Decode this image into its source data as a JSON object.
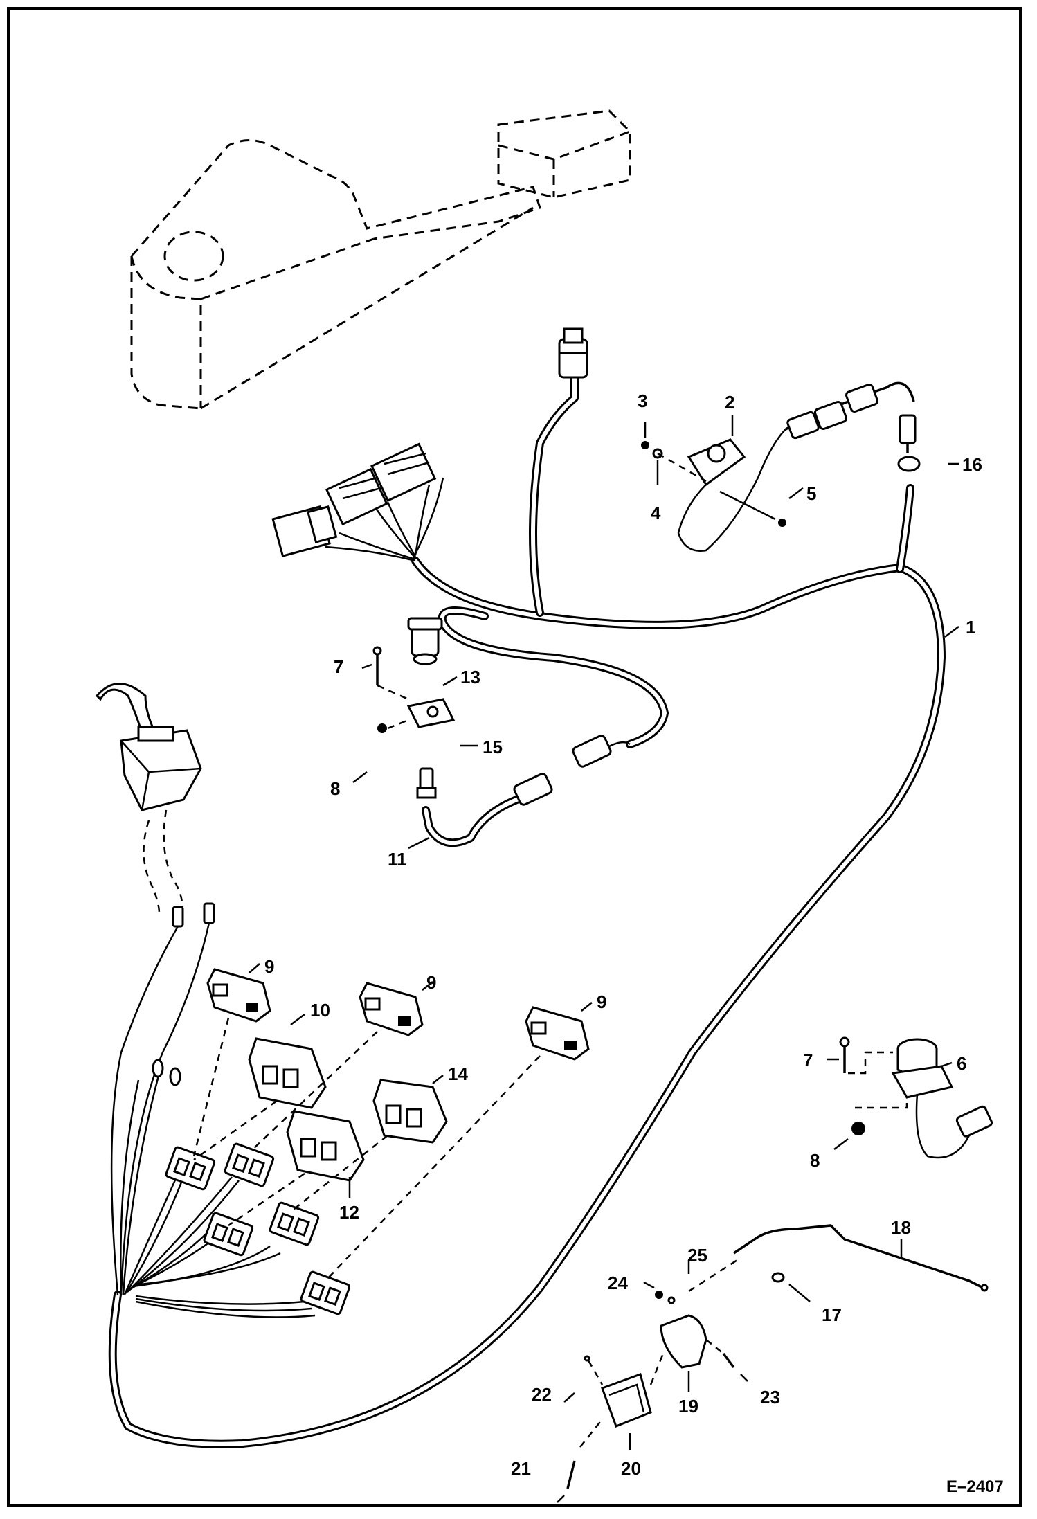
{
  "figure_ref": "E–2407",
  "callouts": {
    "c1": "1",
    "c2": "2",
    "c3": "3",
    "c4": "4",
    "c5": "5",
    "c6": "6",
    "c7a": "7",
    "c7b": "7",
    "c8a": "8",
    "c8b": "8",
    "c9a": "9",
    "c9b": "9",
    "c9c": "9",
    "c10": "10",
    "c11": "11",
    "c12": "12",
    "c13": "13",
    "c14": "14",
    "c15": "15",
    "c16": "16",
    "c17": "17",
    "c18": "18",
    "c19": "19",
    "c20": "20",
    "c21": "21",
    "c22": "22",
    "c23": "23",
    "c24": "24",
    "c25": "25"
  }
}
